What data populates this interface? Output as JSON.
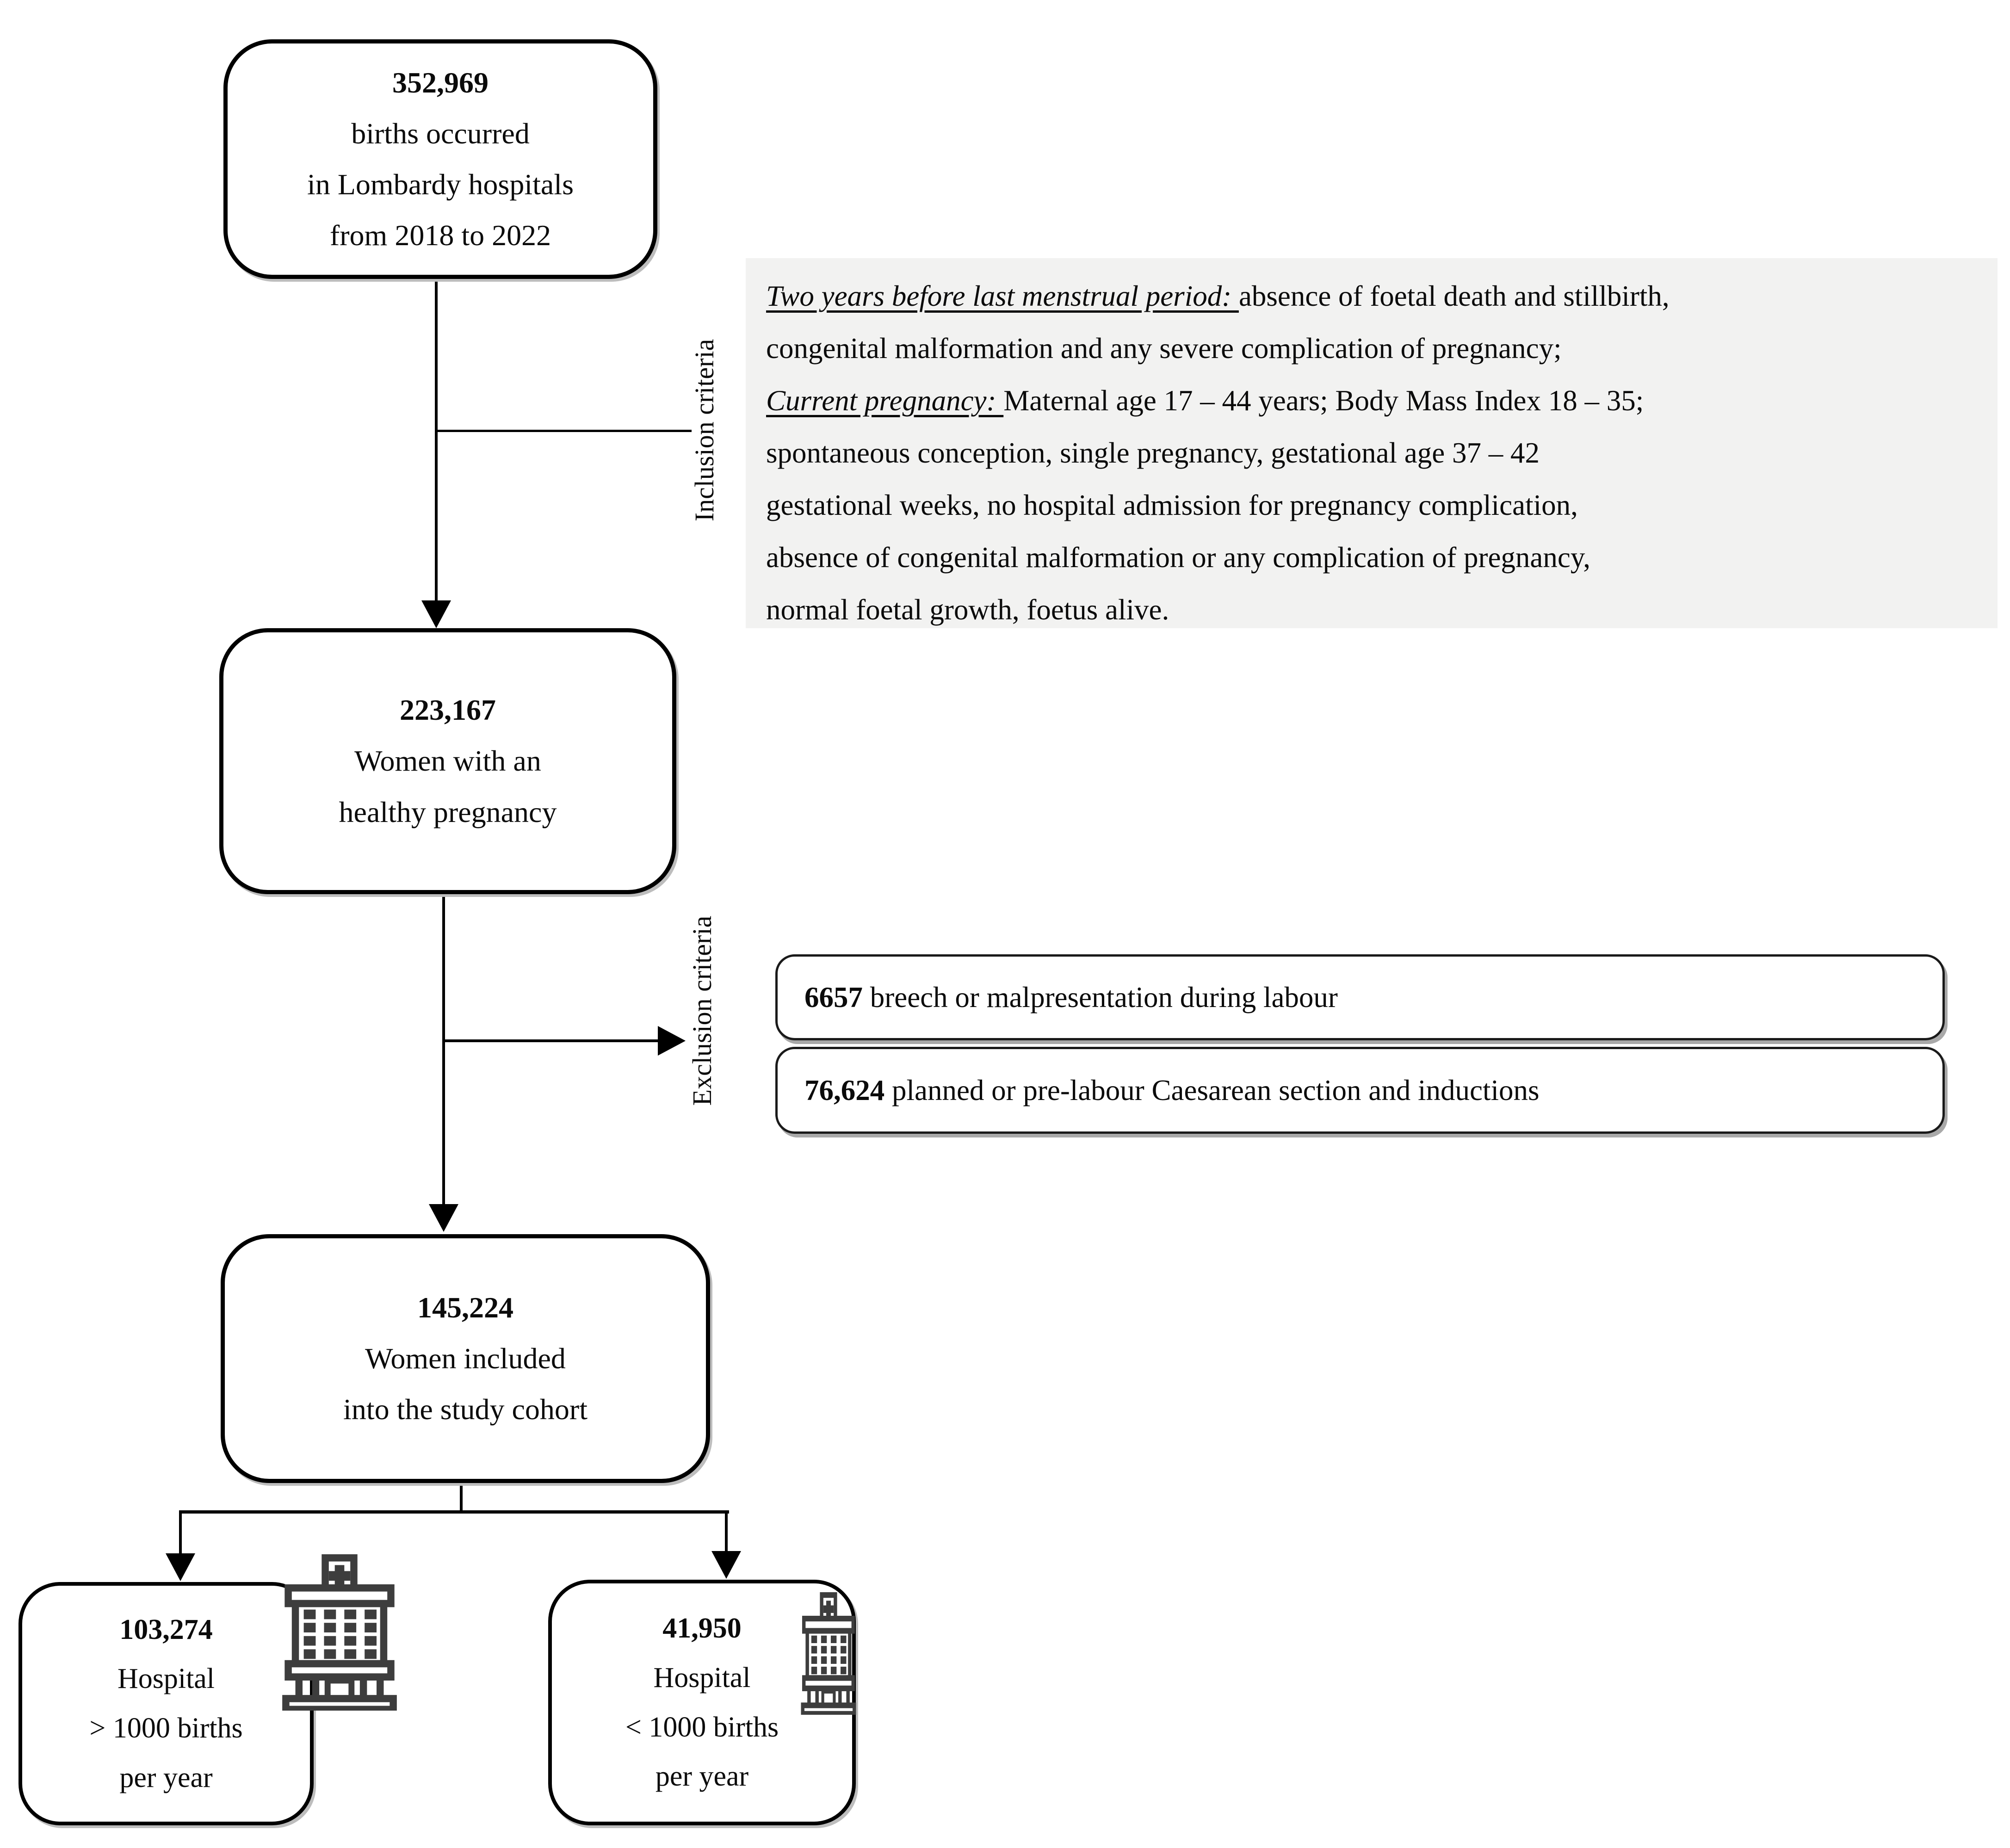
{
  "labels": {
    "inclusion": "Inclusion criteria",
    "exclusion": "Exclusion criteria"
  },
  "boxes": {
    "births": {
      "number": "352,969",
      "lines": [
        "births occurred",
        "in Lombardy hospitals",
        "from 2018 to 2022"
      ]
    },
    "healthy": {
      "number": "223,167",
      "lines": [
        "Women with an",
        "healthy pregnancy"
      ]
    },
    "cohort": {
      "number": "145,224",
      "lines": [
        "Women included",
        "into the study cohort"
      ]
    },
    "hospital_large": {
      "number": "103,274",
      "lines": [
        "Hospital",
        "> 1000 births",
        "per year"
      ]
    },
    "hospital_small": {
      "number": "41,950",
      "lines": [
        "Hospital",
        "< 1000 births",
        "per year"
      ]
    }
  },
  "exclusions": [
    {
      "number": "6657",
      "text": " breech or malpresentation during labour"
    },
    {
      "number": "76,624",
      "text": " planned or pre-labour Caesarean section and inductions"
    }
  ],
  "inclusion_panel": {
    "segments": [
      {
        "style": "iu",
        "text": "Two years before last menstrual period: "
      },
      {
        "style": "normal",
        "text": "absence of foetal death and stillbirth,\ncongenital malformation and any severe complication of pregnancy;\n"
      },
      {
        "style": "iu",
        "text": "Current pregnancy: "
      },
      {
        "style": "normal",
        "text": "Maternal age 17 – 44 years; Body Mass Index 18 – 35;\nspontaneous conception, single pregnancy, gestational age 37 – 42\ngestational weeks, no hospital admission for pregnancy complication,\nabsence of congenital malformation or any complication of pregnancy,\nnormal foetal growth, foetus alive."
      }
    ]
  },
  "icons": {
    "hospital": "hospital-building-icon"
  },
  "colors": {
    "line": "#000000",
    "panel_bg": "#f2f2f1",
    "box_border": "#000000",
    "shadow": "#a9a9a9",
    "icon_ink": "#3d3d3d"
  }
}
